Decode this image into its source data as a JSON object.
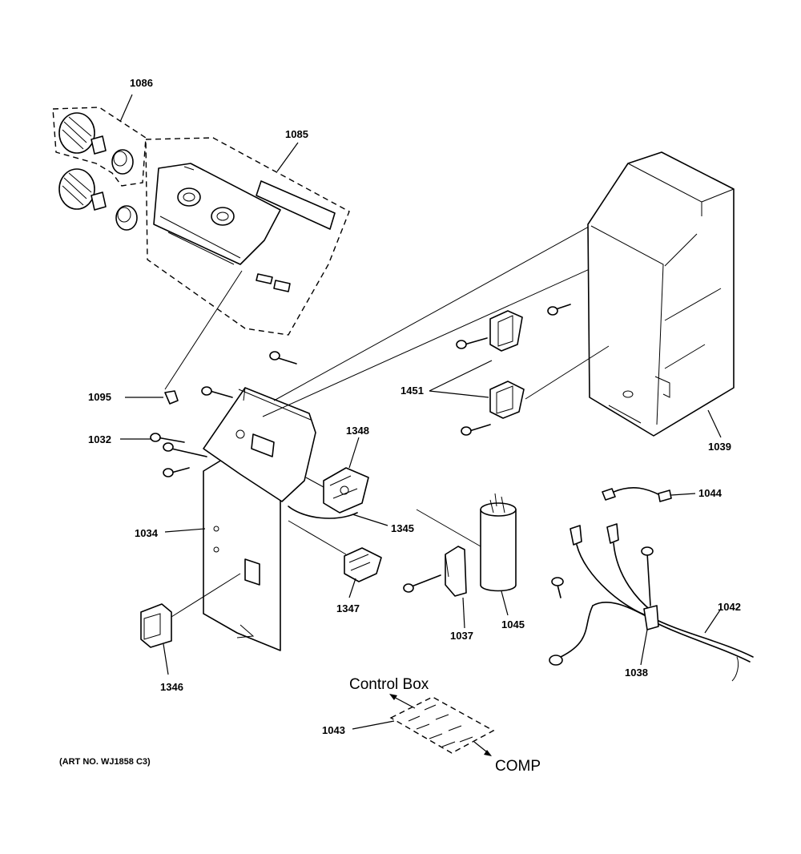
{
  "diagram": {
    "callouts": {
      "c1086": "1086",
      "c1085": "1085",
      "c1095": "1095",
      "c1032": "1032",
      "c1034": "1034",
      "c1346": "1346",
      "c1348": "1348",
      "c1345": "1345",
      "c1347": "1347",
      "c1451": "1451",
      "c1039": "1039",
      "c1044": "1044",
      "c1037": "1037",
      "c1045": "1045",
      "c1042": "1042",
      "c1038": "1038",
      "c1043": "1043"
    },
    "labels": {
      "control_box": "Control Box",
      "comp": "COMP"
    },
    "art_number": "(ART NO. WJ1858 C3)"
  }
}
